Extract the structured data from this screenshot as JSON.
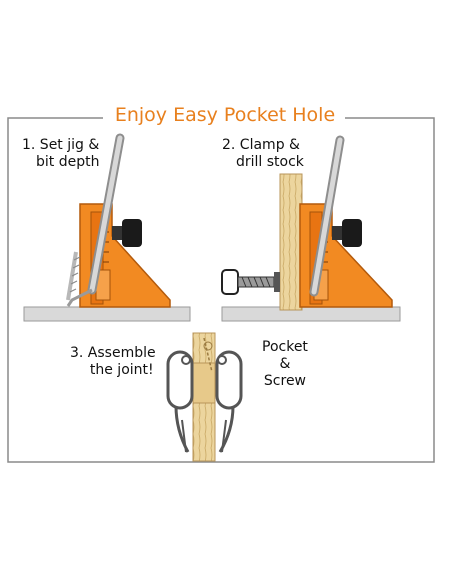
{
  "title": "Enjoy Easy Pocket Hole",
  "steps": [
    {
      "line1": "1. Set jig &",
      "line2": "bit depth"
    },
    {
      "line1": "2. Clamp &",
      "line2": "drill stock"
    },
    {
      "line1": "3. Assemble",
      "line2": "the joint!"
    }
  ],
  "result": {
    "line1": "Pocket",
    "line2": "&",
    "line3": "Screw"
  },
  "colors": {
    "accent": "#e8801e",
    "jig": "#f28a22",
    "wood": "#ead39a",
    "frame": "#8a8a8a"
  }
}
